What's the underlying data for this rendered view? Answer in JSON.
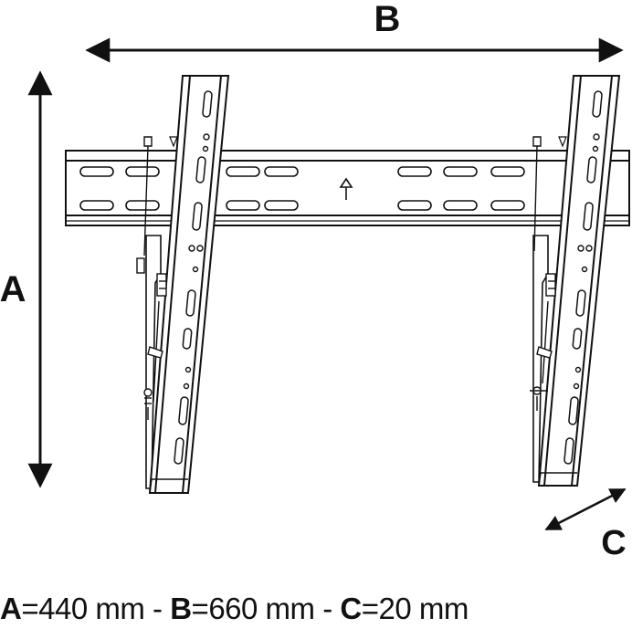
{
  "dimensions": {
    "labels": {
      "A": "A",
      "B": "B",
      "C": "C"
    },
    "specs": [
      {
        "letter": "A",
        "eq": "=",
        "value": "440 mm"
      },
      {
        "letter": "B",
        "eq": "=",
        "value": "660 mm"
      },
      {
        "letter": "C",
        "eq": "=",
        "value": "20 mm"
      }
    ],
    "separator": " - "
  },
  "colors": {
    "line": "#111111",
    "background": "#ffffff"
  },
  "icons": {
    "center_mark": "up-arrow-icon"
  }
}
